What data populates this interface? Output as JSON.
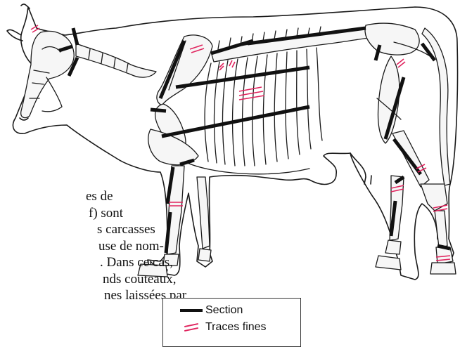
{
  "figure": {
    "paragraph_lines": [
      "es de",
      "f)  sont",
      "s carcasses",
      "use de nom-",
      ". Dans ce cas,",
      "nds couteaux,",
      "nes laissées par"
    ],
    "legend": {
      "items": [
        {
          "label": "Section",
          "symbol": "black-bar"
        },
        {
          "label": "Traces fines",
          "symbol": "double-red-lines"
        }
      ]
    },
    "colors": {
      "section": "#111111",
      "traces_fines": "#e0245e",
      "outline": "#1a1a1a"
    }
  }
}
